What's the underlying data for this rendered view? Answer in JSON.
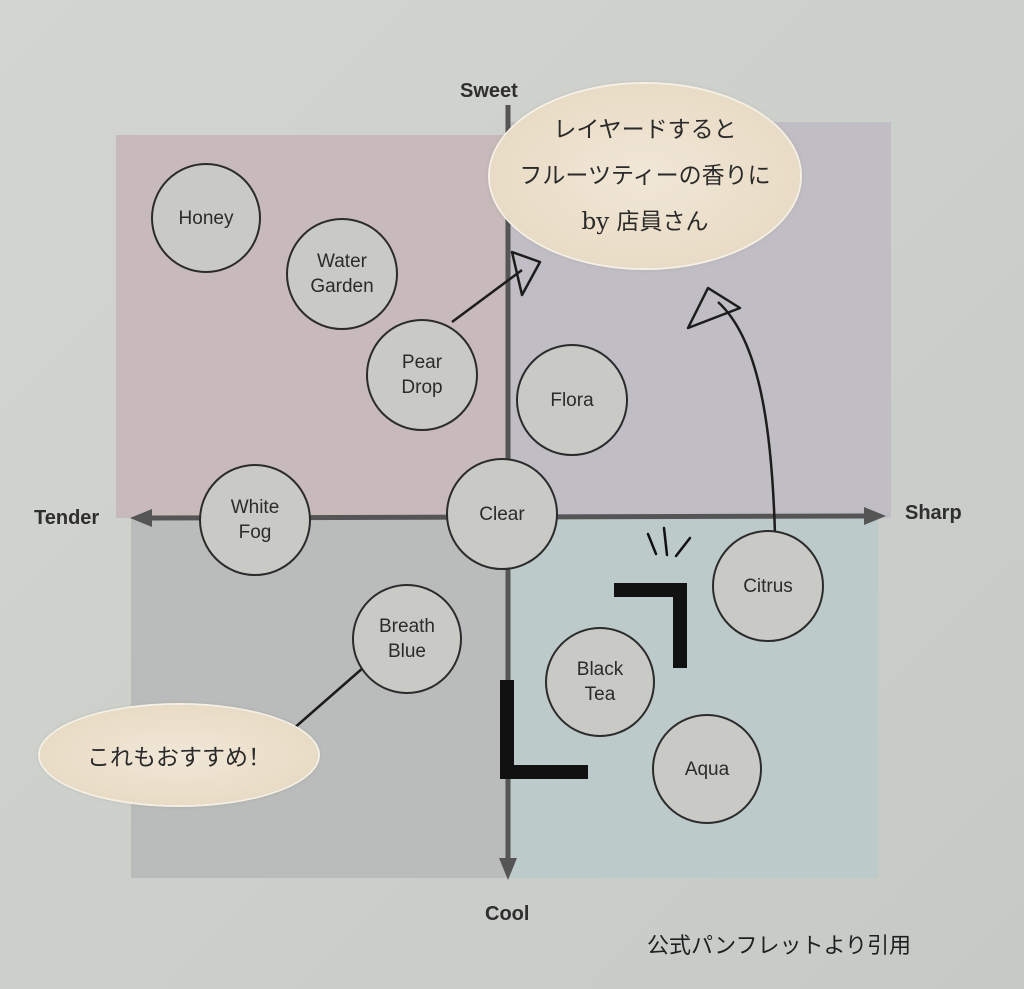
{
  "axes": {
    "top": "Sweet",
    "bottom": "Cool",
    "left": "Tender",
    "right": "Sharp"
  },
  "scents": [
    {
      "name": "Honey"
    },
    {
      "name": "Water\nGarden"
    },
    {
      "name": "Pear\nDrop"
    },
    {
      "name": "Flora"
    },
    {
      "name": "White\nFog"
    },
    {
      "name": "Clear"
    },
    {
      "name": "Breath\nBlue"
    },
    {
      "name": "Citrus"
    },
    {
      "name": "Black\nTea"
    },
    {
      "name": "Aqua"
    }
  ],
  "callouts": {
    "top": {
      "lines": [
        "レイヤードすると",
        "フルーツティーの香りに",
        "by 店員さん"
      ]
    },
    "left": {
      "text": "これもおすすめ！"
    }
  },
  "source_note": "公式パンフレットより引用",
  "colors": {
    "quadrant_top_left": "#c8b9bb",
    "quadrant_top_right": "#c0bdc4",
    "quadrant_bottom_left": "#b9bcba",
    "quadrant_bottom_right": "#bccac9",
    "callout_fill": "#ece0cb",
    "axis": "#555555"
  }
}
